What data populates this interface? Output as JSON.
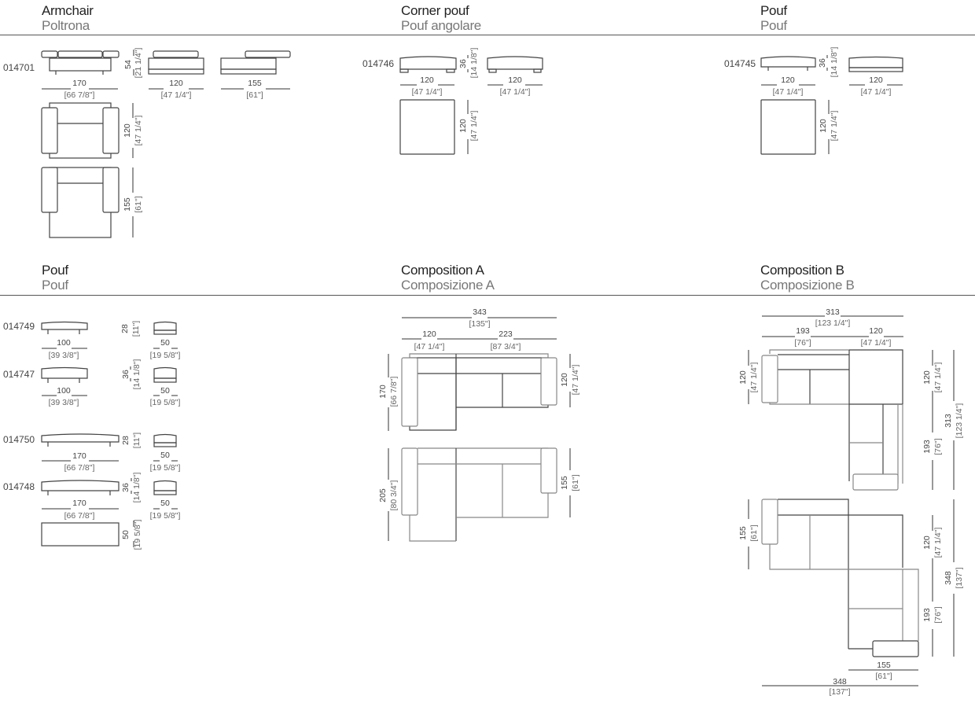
{
  "sections": {
    "armchair": {
      "title_en": "Armchair",
      "title_it": "Poltrona",
      "code": "014701",
      "dims": {
        "front_width": "170",
        "front_width_in": "[66 7/8\"]",
        "height": "54",
        "height_in": "[21 1/4\"]",
        "side1_width": "120",
        "side1_width_in": "[47 1/4\"]",
        "side2_width": "155",
        "side2_width_in": "[61\"]",
        "plan1_depth": "120",
        "plan1_depth_in": "[47 1/4\"]",
        "plan2_depth": "155",
        "plan2_depth_in": "[61\"]"
      }
    },
    "corner_pouf": {
      "title_en": "Corner pouf",
      "title_it": "Pouf angolare",
      "code": "014746",
      "dims": {
        "front_width": "120",
        "front_width_in": "[47 1/4\"]",
        "height": "36",
        "height_in": "[14 1/8\"]",
        "side_width": "120",
        "side_width_in": "[47 1/4\"]",
        "plan_depth": "120",
        "plan_depth_in": "[47 1/4\"]"
      }
    },
    "pouf_top": {
      "title_en": "Pouf",
      "title_it": "Pouf",
      "code": "014745",
      "dims": {
        "front_width": "120",
        "front_width_in": "[47 1/4\"]",
        "height": "36",
        "height_in": "[14 1/8\"]",
        "side_width": "120",
        "side_width_in": "[47 1/4\"]",
        "plan_depth": "120",
        "plan_depth_in": "[47 1/4\"]"
      }
    },
    "pouf_bottom": {
      "title_en": "Pouf",
      "title_it": "Pouf",
      "items": [
        {
          "code": "014749",
          "width": "100",
          "width_in": "[39 3/8\"]",
          "height": "28",
          "height_in": "[11\"]",
          "depth": "50",
          "depth_in": "[19 5/8\"]"
        },
        {
          "code": "014747",
          "width": "100",
          "width_in": "[39 3/8\"]",
          "height": "36",
          "height_in": "[14 1/8\"]",
          "depth": "50",
          "depth_in": "[19 5/8\"]"
        },
        {
          "code": "014750",
          "width": "170",
          "width_in": "[66 7/8\"]",
          "height": "28",
          "height_in": "[11\"]",
          "depth": "50",
          "depth_in": "[19 5/8\"]"
        },
        {
          "code": "014748",
          "width": "170",
          "width_in": "[66 7/8\"]",
          "height": "36",
          "height_in": "[14 1/8\"]",
          "depth": "50",
          "depth_in": "[19 5/8\"]"
        }
      ],
      "plan_depth": "50",
      "plan_depth_in": "[19 5/8\"]"
    },
    "composition_a": {
      "title_en": "Composition A",
      "title_it": "Composizione A",
      "dims": {
        "total_width": "343",
        "total_width_in": "[135\"]",
        "left_width": "120",
        "left_width_in": "[47 1/4\"]",
        "right_width": "223",
        "right_width_in": "[87 3/4\"]",
        "plan1_left_depth": "170",
        "plan1_left_depth_in": "[66 7/8\"]",
        "plan1_right_depth": "120",
        "plan1_right_depth_in": "[47 1/4\"]",
        "plan2_left_depth": "205",
        "plan2_left_depth_in": "[80 3/4\"]",
        "plan2_right_depth": "155",
        "plan2_right_depth_in": "[61\"]"
      }
    },
    "composition_b": {
      "title_en": "Composition B",
      "title_it": "Composizione B",
      "dims": {
        "total_width": "313",
        "total_width_in": "[123 1/4\"]",
        "left_width": "193",
        "left_width_in": "[76\"]",
        "right_width": "120",
        "right_width_in": "[47 1/4\"]",
        "plan1_left_depth": "120",
        "plan1_left_depth_in": "[47 1/4\"]",
        "plan1_right_top": "120",
        "plan1_right_top_in": "[47 1/4\"]",
        "plan1_right_bottom": "193",
        "plan1_right_bottom_in": "[76\"]",
        "plan1_total_depth": "313",
        "plan1_total_depth_in": "[123 1/4\"]",
        "plan2_left_depth": "155",
        "plan2_left_depth_in": "[61\"]",
        "plan2_right_top": "120",
        "plan2_right_top_in": "[47 1/4\"]",
        "plan2_right_bottom": "193",
        "plan2_right_bottom_in": "[76\"]",
        "plan2_total_depth": "348",
        "plan2_total_depth_in": "[137\"]",
        "plan2_bottom_width": "155",
        "plan2_bottom_width_in": "[61\"]",
        "plan2_total_width": "348",
        "plan2_total_width_in": "[137\"]"
      }
    }
  }
}
